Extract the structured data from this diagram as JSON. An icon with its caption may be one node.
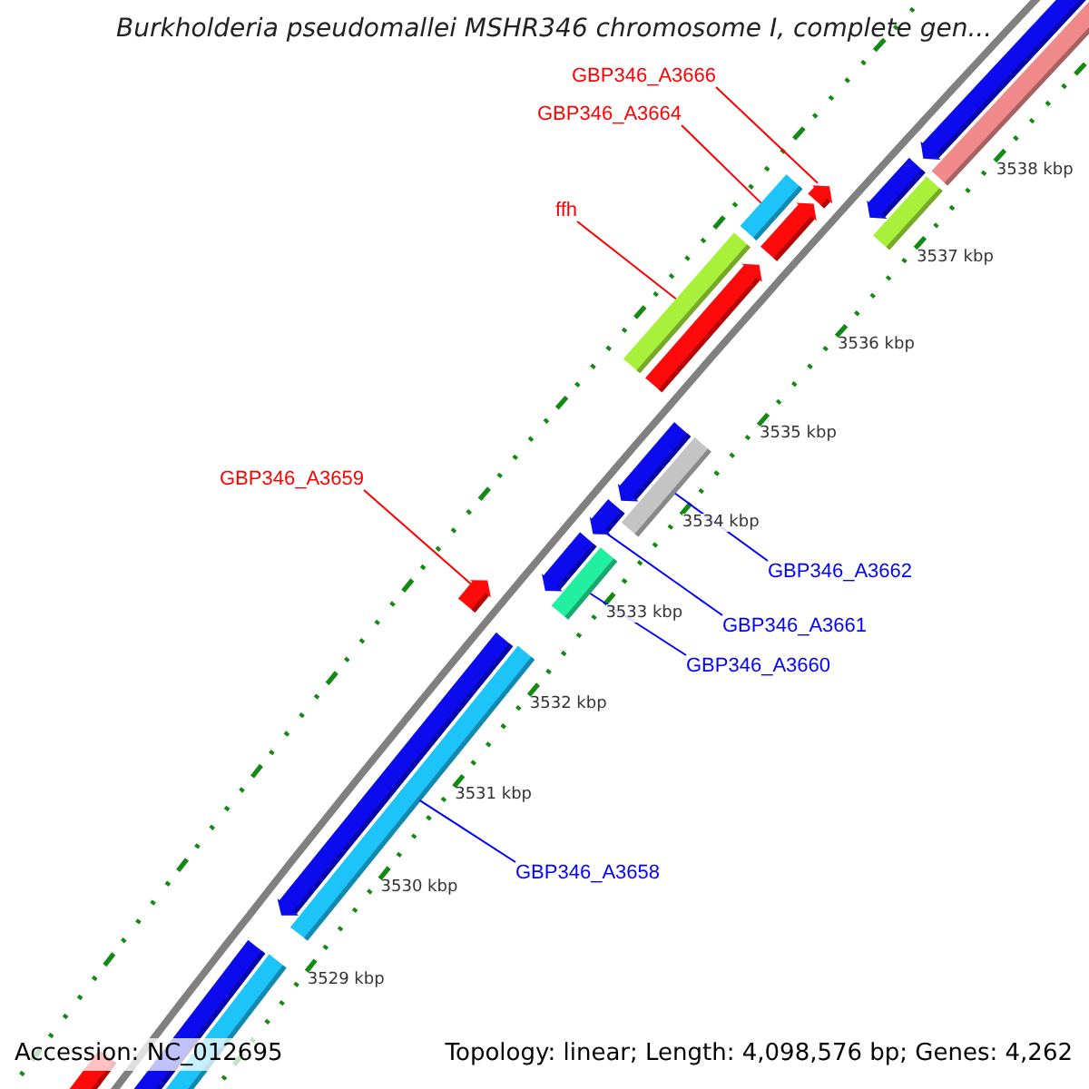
{
  "diagram": {
    "title": "Burkholderia pseudomallei MSHR346 chromosome I, complete gen...",
    "nodes": [
      {
        "text": [
          "GBP346_A3666"
        ]
      },
      {
        "text": [
          "GBP346_A3664"
        ]
      },
      {
        "text": [
          "ffh"
        ]
      },
      {
        "text": [
          "GBP346_A3659"
        ]
      },
      {
        "text": [
          "GBP346_A3662"
        ]
      },
      {
        "text": [
          "GBP346_A3661"
        ]
      },
      {
        "text": [
          "GBP346_A3660"
        ]
      },
      {
        "text": [
          "GBP346_A3658"
        ]
      },
      {
        "text": [],
        "shape": "arrow"
      },
      {
        "text": [],
        "shape": "bar"
      },
      {
        "text": [],
        "shape": "bar"
      },
      {
        "text": [],
        "shape": "bar"
      },
      {
        "text": [],
        "shape": "arrow"
      },
      {
        "text": [],
        "shape": "bar"
      },
      {
        "text": [],
        "shape": "arrow"
      },
      {
        "text": [],
        "shape": "bar"
      }
    ],
    "edges": [
      {
        "from": 0,
        "to": 8,
        "arrow": "none",
        "color": "#ff0000"
      },
      {
        "from": 1,
        "to": 9,
        "arrow": "none",
        "color": "#ff0000"
      },
      {
        "from": 2,
        "to": 10,
        "arrow": "none",
        "color": "#ff0000"
      },
      {
        "from": 3,
        "to": 14,
        "arrow": "none",
        "color": "#ff0000"
      },
      {
        "from": 4,
        "to": 11,
        "arrow": "none",
        "color": "#0000ff"
      },
      {
        "from": 5,
        "to": 12,
        "arrow": "none",
        "color": "#0000ff"
      },
      {
        "from": 6,
        "to": 13,
        "arrow": "none",
        "color": "#0000ff"
      },
      {
        "from": 7,
        "to": 15,
        "arrow": "none",
        "color": "#0000ff"
      }
    ],
    "labels": [
      "3538 kbp",
      "3537 kbp",
      "3536 kbp",
      "3535 kbp",
      "3534 kbp",
      "3533 kbp",
      "3532 kbp",
      "3531 kbp",
      "3530 kbp",
      "3529 kbp",
      "Accession: NC_012695",
      "Topology: linear; Length: 4,098,576 bp; Genes: 4,262"
    ]
  }
}
